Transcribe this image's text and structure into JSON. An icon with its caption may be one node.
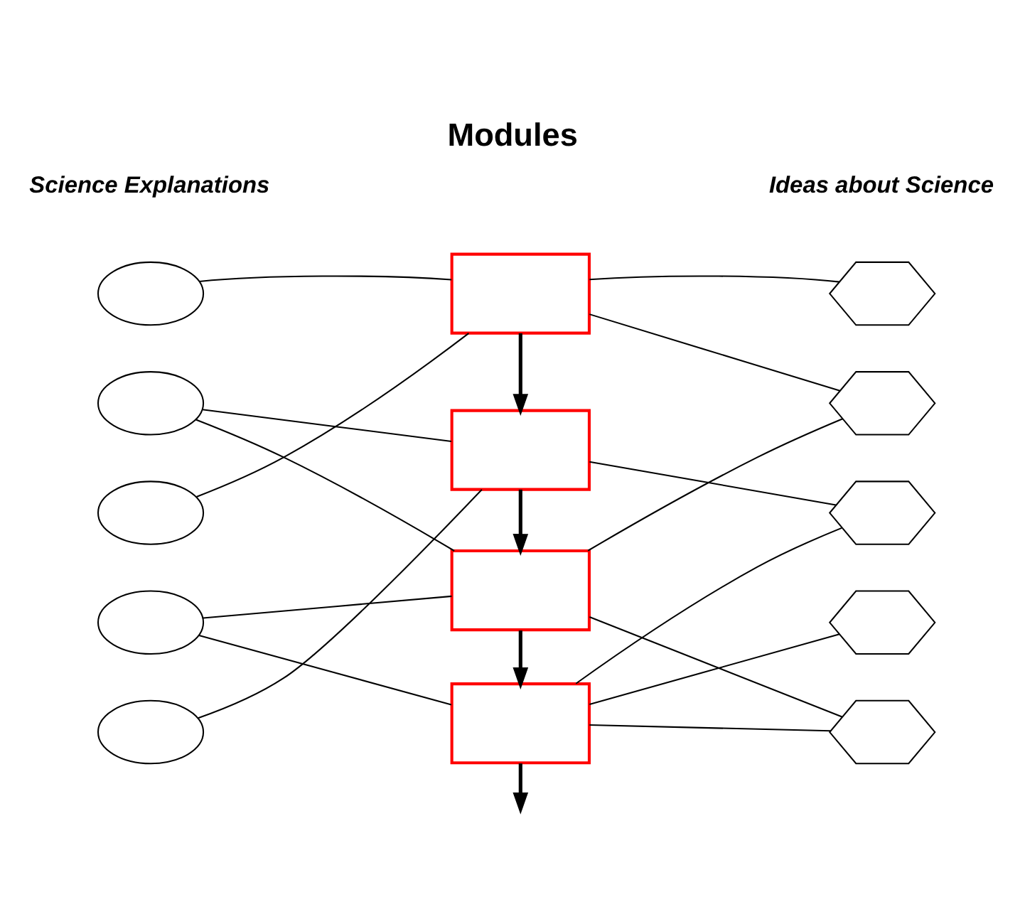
{
  "diagram": {
    "title": "Modules",
    "nodes": [
      {
        "text": [],
        "shape": "ellipse"
      },
      {
        "text": [],
        "shape": "ellipse"
      },
      {
        "text": [],
        "shape": "ellipse"
      },
      {
        "text": [],
        "shape": "ellipse"
      },
      {
        "text": [],
        "shape": "ellipse"
      },
      {
        "text": [],
        "shape": "box"
      },
      {
        "text": [],
        "shape": "box"
      },
      {
        "text": [],
        "shape": "box"
      },
      {
        "text": [],
        "shape": "box"
      },
      {
        "text": [],
        "shape": "hexagon"
      },
      {
        "text": [],
        "shape": "hexagon"
      },
      {
        "text": [],
        "shape": "hexagon"
      },
      {
        "text": [],
        "shape": "hexagon"
      },
      {
        "text": [],
        "shape": "hexagon"
      }
    ],
    "edges": [
      {
        "from": 0,
        "to": 5,
        "arrow": "none"
      },
      {
        "from": 5,
        "to": 2,
        "arrow": "none"
      },
      {
        "from": 1,
        "to": 6,
        "arrow": "none"
      },
      {
        "from": 1,
        "to": 7,
        "arrow": "none"
      },
      {
        "from": 6,
        "to": 4,
        "arrow": "none"
      },
      {
        "from": 3,
        "to": 7,
        "arrow": "none"
      },
      {
        "from": 3,
        "to": 8,
        "arrow": "none"
      },
      {
        "from": 5,
        "to": 9,
        "arrow": "none"
      },
      {
        "from": 5,
        "to": 10,
        "arrow": "none"
      },
      {
        "from": 6,
        "to": 11,
        "arrow": "none"
      },
      {
        "from": 7,
        "to": 10,
        "arrow": "none"
      },
      {
        "from": 7,
        "to": 13,
        "arrow": "none"
      },
      {
        "from": 8,
        "to": 11,
        "arrow": "none"
      },
      {
        "from": 8,
        "to": 12,
        "arrow": "none"
      },
      {
        "from": 8,
        "to": 13,
        "arrow": "none"
      },
      {
        "from": 5,
        "to": 6,
        "arrow": "to",
        "style": "thick"
      },
      {
        "from": 6,
        "to": 7,
        "arrow": "to",
        "style": "thick"
      },
      {
        "from": 7,
        "to": 8,
        "arrow": "to",
        "style": "thick"
      },
      {
        "from": 8,
        "to": null,
        "arrow": "to",
        "style": "thick"
      }
    ],
    "labels": [
      "Science Explanations",
      "Ideas about Science"
    ]
  }
}
